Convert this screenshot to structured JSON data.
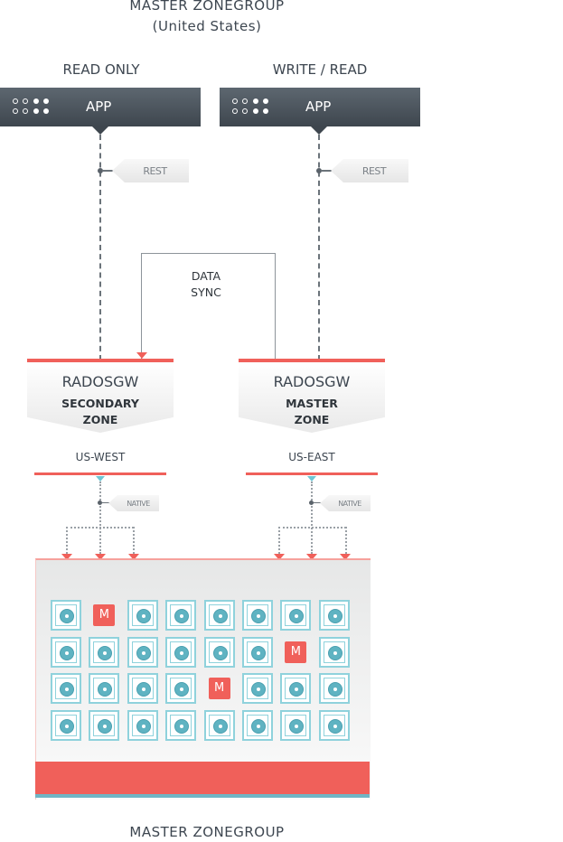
{
  "header": {
    "title_line1": "MASTER ZONEGROUP",
    "title_line2": "(United States)"
  },
  "apps": [
    {
      "access_label": "READ ONLY",
      "app_label": "APP",
      "protocol_label": "REST",
      "icon": "storage-dots-icon"
    },
    {
      "access_label": "WRITE / READ",
      "app_label": "APP",
      "protocol_label": "REST",
      "icon": "storage-dots-icon"
    }
  ],
  "data_sync": {
    "line1": "DATA",
    "line2": "SYNC"
  },
  "gateways": [
    {
      "name": "RADOSGW",
      "zone_line1": "SECONDARY",
      "zone_line2": "ZONE",
      "region": "US-WEST",
      "protocol_label": "NATIVE"
    },
    {
      "name": "RADOSGW",
      "zone_line1": "MASTER",
      "zone_line2": "ZONE",
      "region": "US-EAST",
      "protocol_label": "NATIVE"
    }
  ],
  "cluster": {
    "rows": 4,
    "cols": 8,
    "osd_icon": "disk-icon",
    "monitor_label": "M",
    "monitors": [
      [
        0,
        1
      ],
      [
        1,
        6
      ],
      [
        2,
        4
      ]
    ]
  },
  "footer": {
    "title": "MASTER ZONEGROUP"
  },
  "colors": {
    "accent_red": "#f0605a",
    "teal": "#6fb5c4",
    "dark_bar": "#3e464e"
  }
}
